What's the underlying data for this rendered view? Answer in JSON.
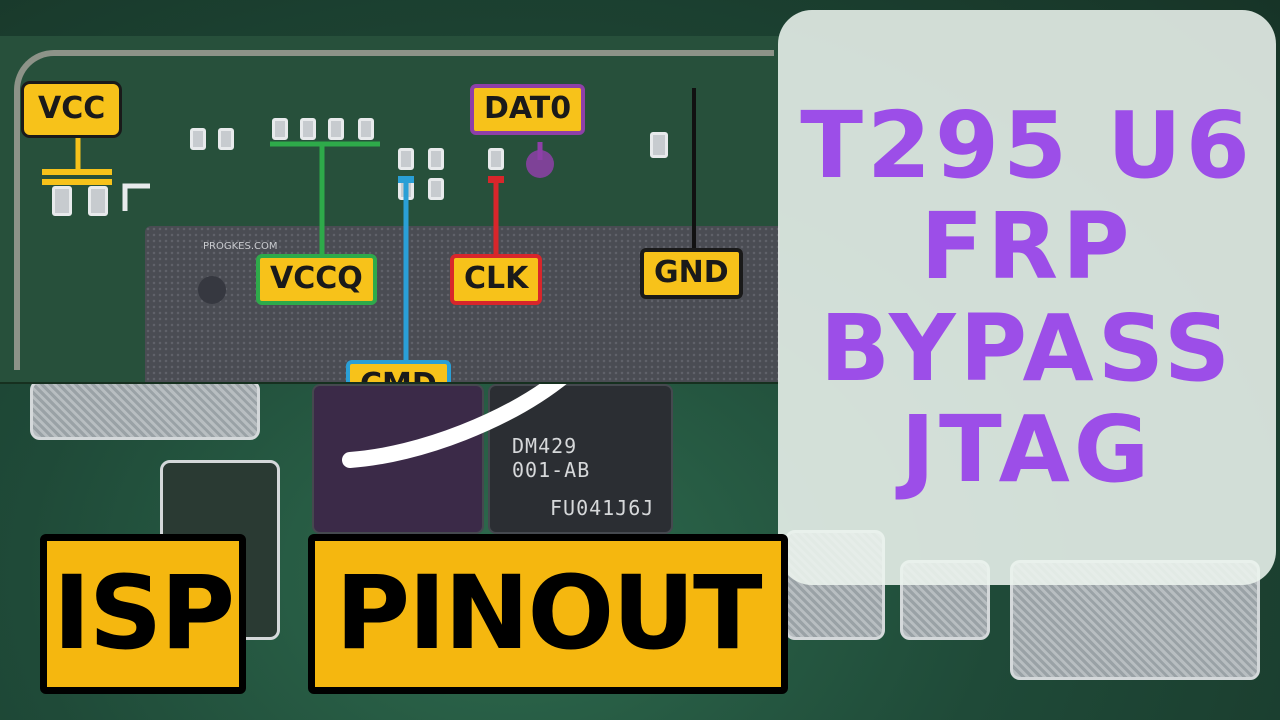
{
  "inset": {
    "labels": {
      "vcc": "VCC",
      "dat0": "DAT0",
      "vccq": "VCCQ",
      "clk": "CLK",
      "gnd": "GND",
      "cmd": "CMD"
    },
    "ic_mark": "PROGKES.COM"
  },
  "board": {
    "chip_lines": [
      "DM429",
      "001-AB",
      "FU041J6J"
    ]
  },
  "title": {
    "lines": [
      "T295 U6",
      "FRP",
      "BYPASS",
      "JTAG"
    ]
  },
  "tags": {
    "isp": "ISP",
    "pinout": "PINOUT"
  },
  "colors": {
    "label_fill": "#f7c21a",
    "vcc": "#f7c21a",
    "vccq": "#2eaa4a",
    "cmd": "#2a9fd6",
    "clk": "#d8262b",
    "dat0": "#8e3fa8",
    "gnd": "#1a1a1a",
    "title_text": "#9c4ee8",
    "tag_fill": "#f5b70f"
  }
}
